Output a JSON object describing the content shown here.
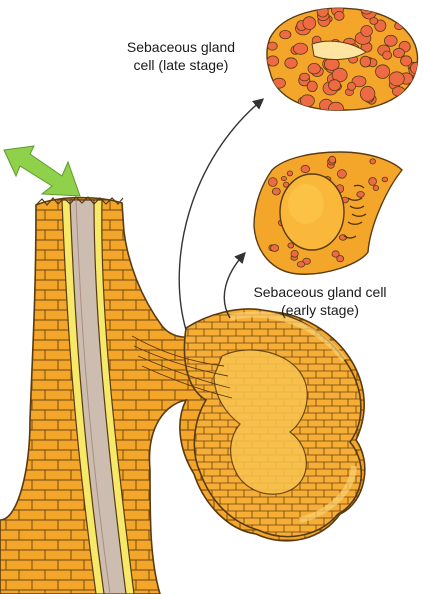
{
  "labels": {
    "late_stage": {
      "line1": "Sebaceous gland",
      "line2": "cell (late stage)"
    },
    "early_stage": {
      "line1": "Sebaceous gland cell",
      "line2": "(early stage)"
    }
  },
  "colors": {
    "tissue_orange": "#f4a62a",
    "tissue_light": "#f9c44e",
    "cell_pale": "#fde4a0",
    "droplet_red": "#ee6a45",
    "hair_shaft": "#cdbcb0",
    "hair_sheath": "#f6e96a",
    "arrow_green": "#8fd14a",
    "outline": "#5a3a10"
  }
}
